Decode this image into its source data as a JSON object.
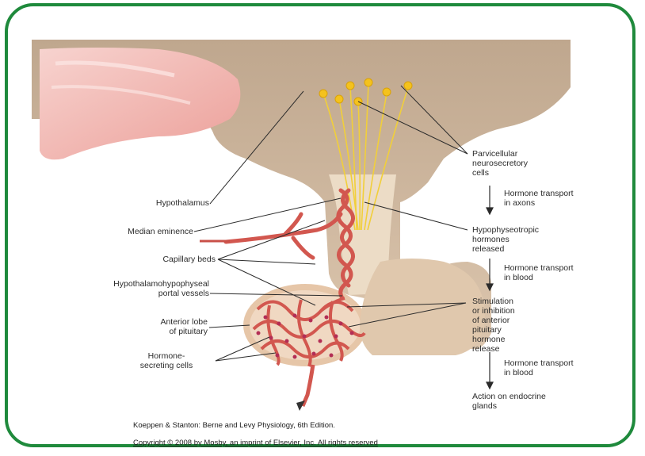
{
  "colors": {
    "frame": "#1f8a3c",
    "tissue": "#c9b39b",
    "tissue_dark": "#b59c82",
    "stalk": "#e9d7c0",
    "pituitary": "#e8c9ad",
    "vessel": "#d2574f",
    "neuron": "#f0c419",
    "pink": "#f2b8b4"
  },
  "labels_left": {
    "hypothalamus": "Hypothalamus",
    "median_eminence": "Median eminence",
    "capillary_beds": "Capillary beds",
    "portal_vessels": "Hypothalamohypophyseal\nportal vessels",
    "anterior_lobe": "Anterior lobe\nof pituitary",
    "hormone_cells": "Hormone-\nsecreting cells"
  },
  "labels_right": {
    "parvicellular": "Parvicellular\nneurosecretory\ncells",
    "transport_axons": "Hormone transport\nin axons",
    "hypophyseotropic": "Hypophyseotropic\nhormones\nreleased",
    "transport_blood_1": "Hormone transport\nin blood",
    "stimulation": "Stimulation\nor inhibition\nof anterior\npituitary\nhormone\nrelease",
    "transport_blood_2": "Hormone transport\nin blood",
    "action": "Action on endocrine\nglands"
  },
  "credit": {
    "line1": "Koeppen & Stanton: Berne and Levy Physiology, 6th Edition.",
    "line2": "Copyright © 2008 by Mosby, an imprint of Elsevier, Inc. All rights reserved"
  }
}
